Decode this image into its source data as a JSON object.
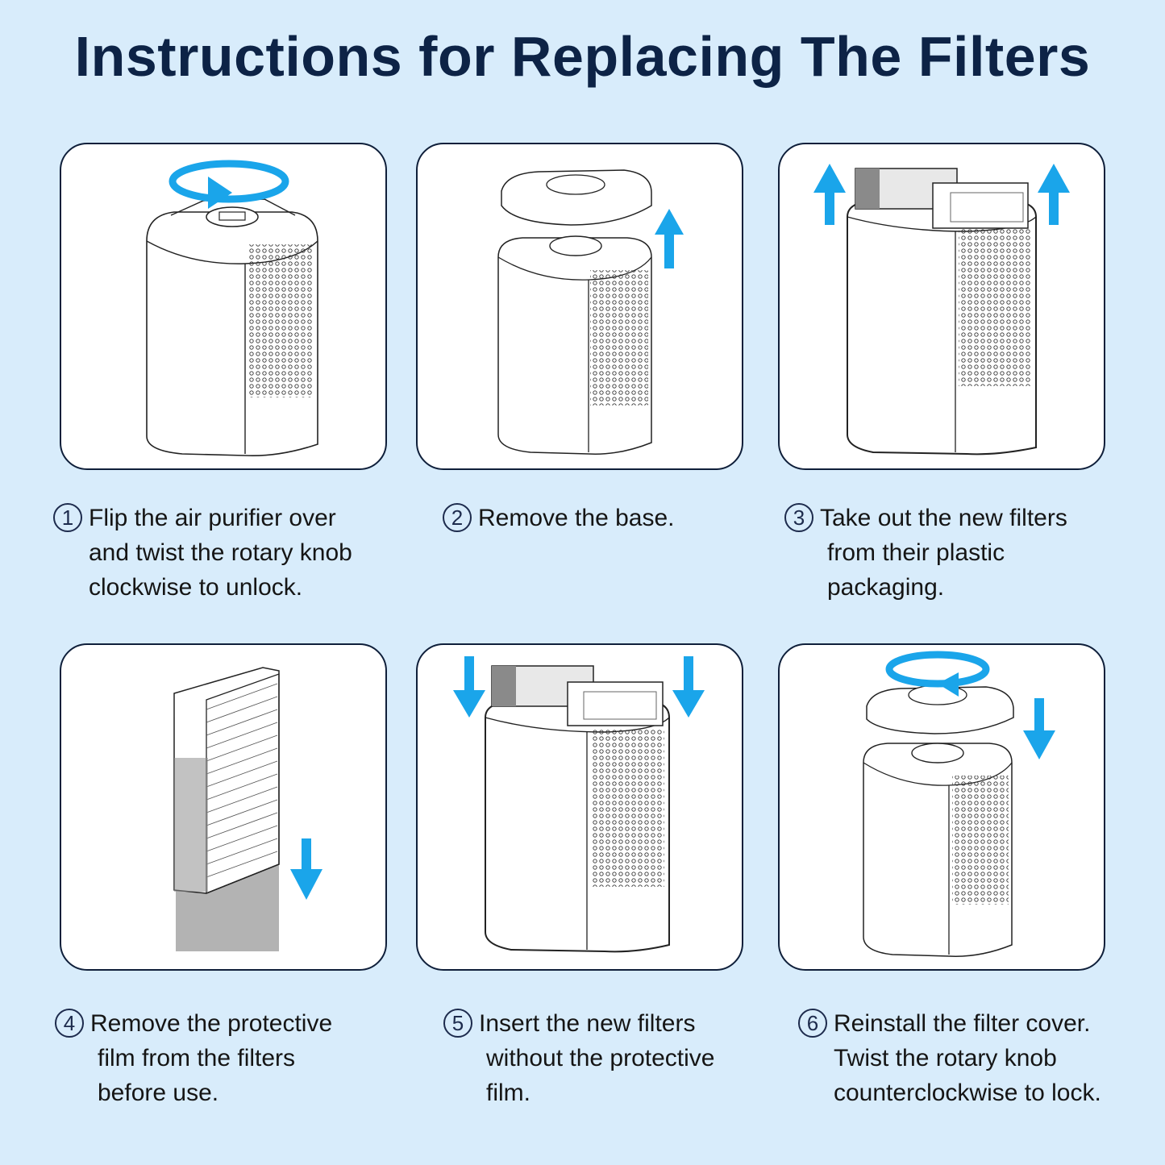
{
  "title": "Instructions for Replacing The Filters",
  "colors": {
    "background": "#d8ecfb",
    "title": "#0d2346",
    "arrow": "#1aa5ea",
    "panel_border": "#0f1f3a"
  },
  "steps": [
    {
      "number": "1",
      "icon": "rotate-clockwise-arrow-icon",
      "lines": [
        "Flip the air purifier over",
        "and twist the rotary knob",
        "clockwise to unlock."
      ]
    },
    {
      "number": "2",
      "icon": "up-arrow-icon",
      "lines": [
        "Remove the base.",
        "",
        ""
      ]
    },
    {
      "number": "3",
      "icon": "up-arrow-icon",
      "lines": [
        "Take out the new filters",
        "from their plastic",
        "packaging."
      ]
    },
    {
      "number": "4",
      "icon": "down-arrow-icon",
      "lines": [
        "Remove the protective",
        "film from the filters",
        "before use."
      ]
    },
    {
      "number": "5",
      "icon": "down-arrow-icon",
      "lines": [
        "Insert the new filters",
        "without the protective",
        "film."
      ]
    },
    {
      "number": "6",
      "icon": "rotate-counterclockwise-arrow-icon",
      "lines": [
        "Reinstall the filter cover.",
        "Twist the rotary knob",
        "counterclockwise to lock."
      ]
    }
  ]
}
